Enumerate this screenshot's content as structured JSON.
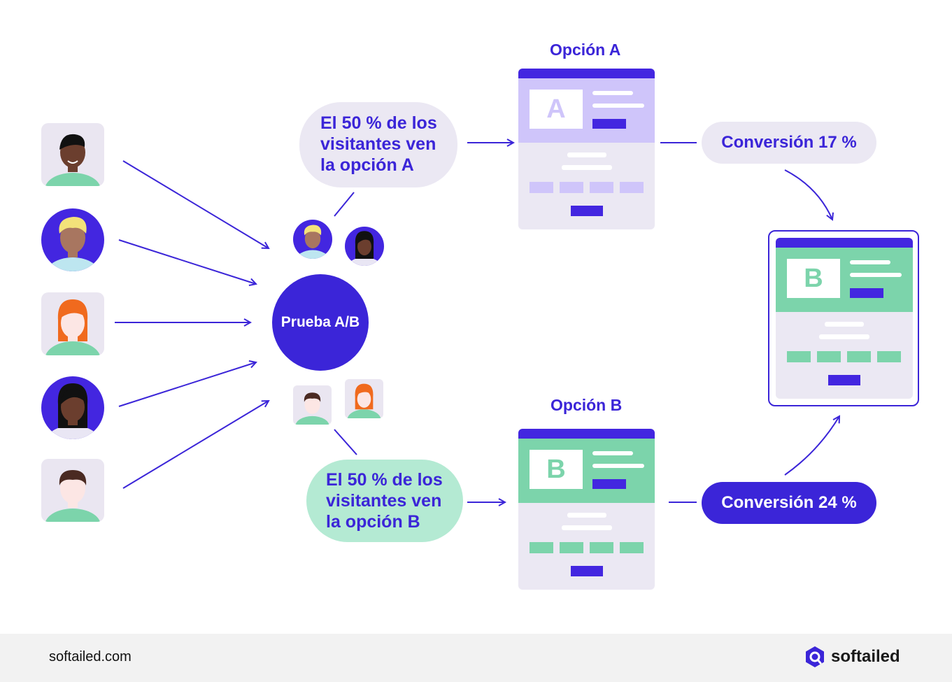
{
  "center_label": "Prueba A/B",
  "bubble_a": {
    "line1": "El 50 % de los",
    "line2": "visitantes ven",
    "line3": "la opción A"
  },
  "bubble_b": {
    "line1": "El 50 % de los",
    "line2": "visitantes ven",
    "line3": "la opción B"
  },
  "option_a": {
    "title": "Opción A",
    "hero_letter": "A"
  },
  "option_b": {
    "title": "Opción B",
    "hero_letter": "B"
  },
  "conversion_a": "Conversión 17 %",
  "conversion_b": "Conversión 24 %",
  "winner": {
    "hero_letter": "B"
  },
  "footer": {
    "url": "softailed.com",
    "brand": "softailed"
  },
  "colors": {
    "primary": "#3b25d8",
    "green": "#7cd4ab",
    "light_green": "#b4ead3",
    "lavender": "#cfc5fa",
    "gray_bg": "#ebe8f3"
  }
}
